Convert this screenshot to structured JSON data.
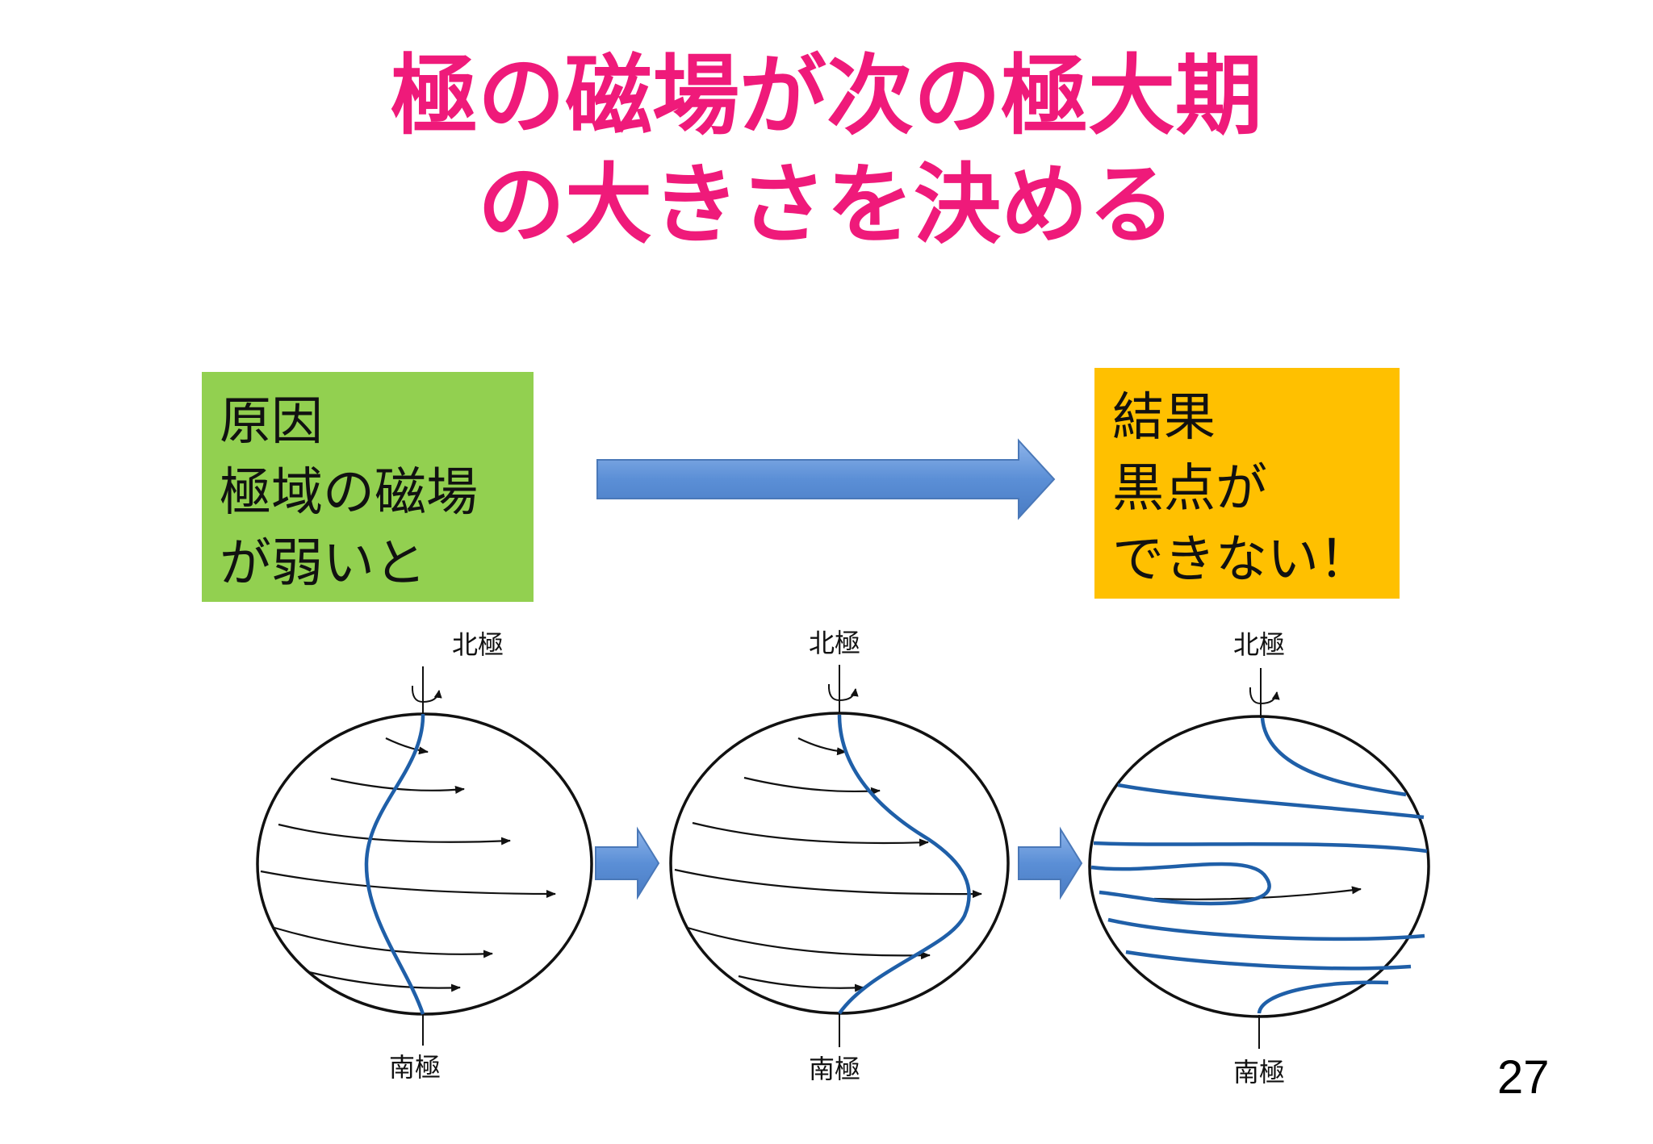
{
  "title": {
    "line1": "極の磁場が次の極大期",
    "line2": "の大きさを決める"
  },
  "cause_box": {
    "lines": [
      "原因",
      "極域の磁場",
      "が弱いと"
    ],
    "color": "#92d050"
  },
  "result_box": {
    "lines": [
      "結果",
      "黒点が",
      "できない！"
    ],
    "color": "#ffc000"
  },
  "title_color": "#ef1a7a",
  "field_line_color": "#1f5fa8",
  "arrow_color": "#5b8fd6",
  "globes": [
    {
      "north_label": "北極",
      "south_label": "南極"
    },
    {
      "north_label": "北極",
      "south_label": "南極"
    },
    {
      "north_label": "北極",
      "south_label": "南極"
    }
  ],
  "page_number": "27"
}
